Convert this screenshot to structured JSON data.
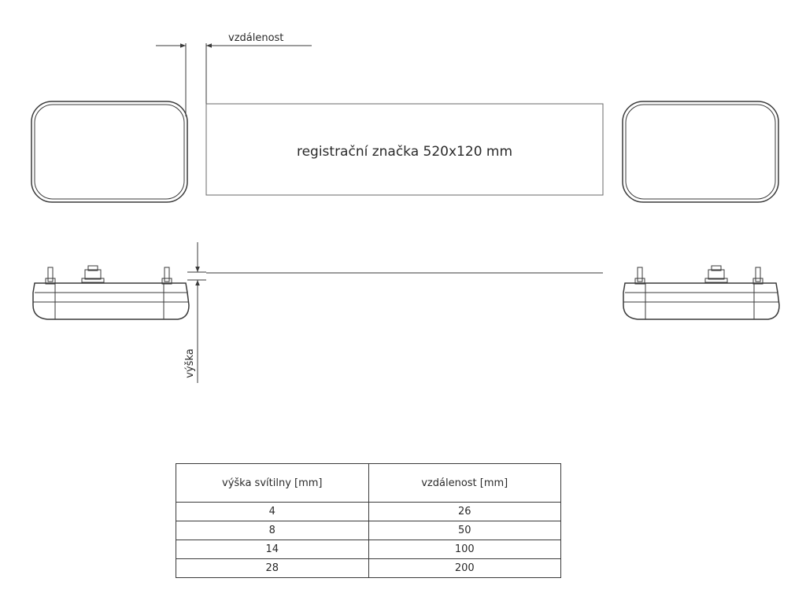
{
  "labels": {
    "distance": "vzdálenost",
    "plate": "registrační značka 520x120 mm",
    "height": "výška"
  },
  "table": {
    "headers": [
      "výška svítilny [mm]",
      "vzdálenost [mm]"
    ],
    "rows": [
      [
        "4",
        "26"
      ],
      [
        "8",
        "50"
      ],
      [
        "14",
        "100"
      ],
      [
        "28",
        "200"
      ]
    ]
  },
  "colors": {
    "line": "#3a3a3a",
    "text": "#2a2a2a"
  }
}
